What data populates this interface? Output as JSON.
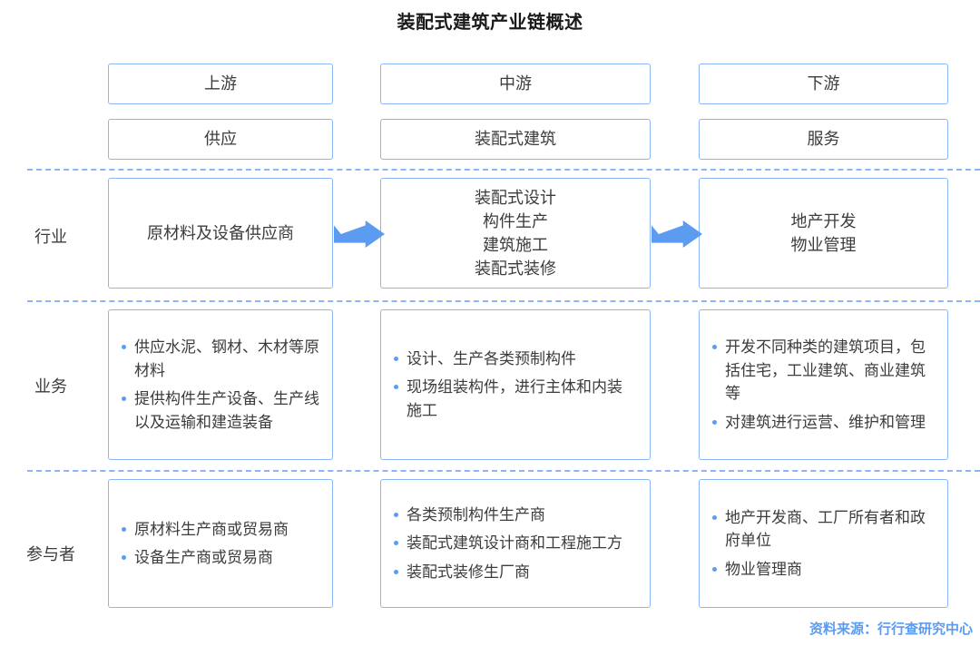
{
  "title": "装配式建筑产业链概述",
  "columns": {
    "upstream": {
      "stage": "上游",
      "segment": "供应"
    },
    "midstream": {
      "stage": "中游",
      "segment": "装配式建筑"
    },
    "downstream": {
      "stage": "下游",
      "segment": "服务"
    }
  },
  "rows": {
    "industry": {
      "label": "行业",
      "upstream": [
        "原材料及设备供应商"
      ],
      "midstream": [
        "装配式设计",
        "构件生产",
        "建筑施工",
        "装配式装修"
      ],
      "downstream": [
        "地产开发",
        "物业管理"
      ]
    },
    "business": {
      "label": "业务",
      "upstream": [
        "供应水泥、钢材、木材等原材料",
        "提供构件生产设备、生产线以及运输和建造装备"
      ],
      "midstream": [
        "设计、生产各类预制构件",
        "现场组装构件，进行主体和内装施工"
      ],
      "downstream": [
        "开发不同种类的建筑项目，包括住宅，工业建筑、商业建筑等",
        "对建筑进行运营、维护和管理"
      ]
    },
    "participants": {
      "label": "参与者",
      "upstream": [
        "原材料生产商或贸易商",
        "设备生产商或贸易商"
      ],
      "midstream": [
        "各类预制构件生产商",
        "装配式建筑设计商和工程施工方",
        "装配式装修生厂商"
      ],
      "downstream": [
        "地产开发商、工厂所有者和政府单位",
        "物业管理商"
      ]
    }
  },
  "arrows": {
    "upstream_to_midstream": "arrow-right",
    "midstream_to_downstream": "arrow-right"
  },
  "source": "资料来源：行行查研究中心",
  "colors": {
    "border": "#8ab6f5",
    "accent": "#5b9bf0",
    "text": "#3c3c3c",
    "title": "#1a1a1a"
  }
}
